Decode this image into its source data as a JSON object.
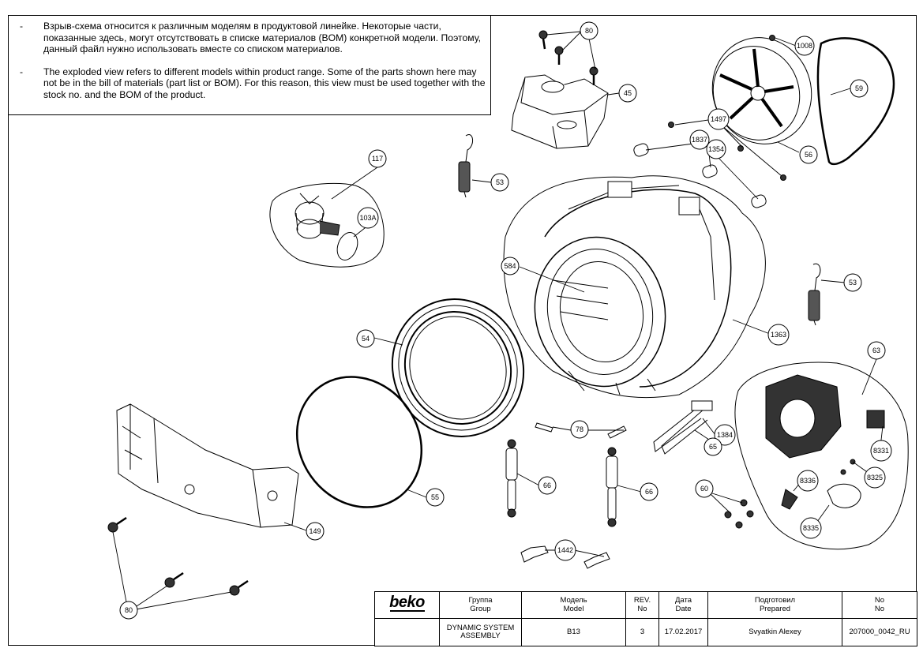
{
  "note": {
    "ru": "Взрыв-схема относится к различным моделям в продуктовой линейке. Некоторые части, показанные здесь, могут отсутствовать в списке материалов (BOM) конкретной модели. Поэтому, данный файл нужно использовать вместе со списком материалов.",
    "en": "The exploded view refers to different models within product range. Some of the parts shown here may not be in the bill of materials (part list or BOM). For this reason, this view must be used together with the stock no. and the BOM of the product.",
    "bullet": "-"
  },
  "callouts": {
    "c80_top": "80",
    "c1008": "1008",
    "c59": "59",
    "c45": "45",
    "c1497": "1497",
    "c1837": "1837",
    "c1354": "1354",
    "c56": "56",
    "c117": "117",
    "c53_left": "53",
    "c103a": "103A",
    "c584": "584",
    "c53_right": "53",
    "c54": "54",
    "c1363": "1363",
    "c63": "63",
    "c78": "78",
    "c1384": "1384",
    "c65": "65",
    "c8331": "8331",
    "c8325": "8325",
    "c55": "55",
    "c66_left": "66",
    "c66_right": "66",
    "c60": "60",
    "c8336": "8336",
    "c8335": "8335",
    "c149": "149",
    "c1442": "1442",
    "c80_bottom": "80"
  },
  "title_block": {
    "logo": "beko",
    "group_ru": "Группа",
    "group_en": "Group",
    "model_ru": "Модель",
    "model_en": "Model",
    "rev_top": "REV.",
    "rev_bottom": "No",
    "date_ru": "Дата",
    "date_en": "Date",
    "prepared_ru": "Подготовил",
    "prepared_en": "Prepared",
    "no_top": "No",
    "no_bottom": "No",
    "group_value": "DYNAMIC SYSTEM ASSEMBLY",
    "model_value": "B13",
    "rev_value": "3",
    "date_value": "17.02.2017",
    "prepared_value": "Svyatkin Alexey",
    "no_value": "207000_0042_RU"
  }
}
